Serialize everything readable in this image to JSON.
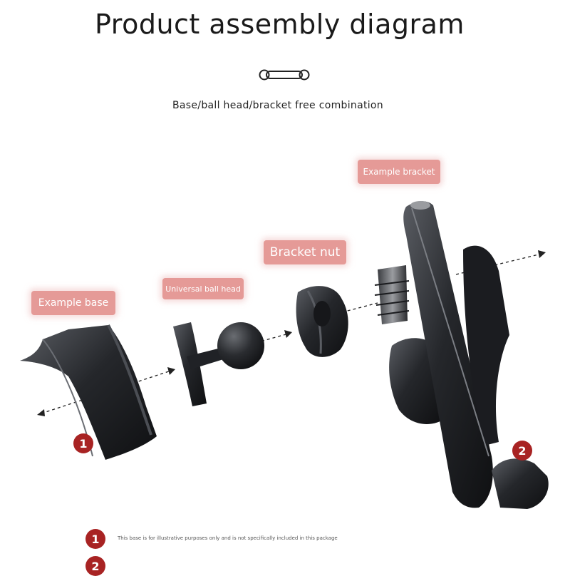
{
  "title": "Product assembly diagram",
  "subtitle": "Base/ball head/bracket free combination",
  "labels": {
    "base": "Example base",
    "ball_head": "Universal ball head",
    "nut": "Bracket nut",
    "bracket": "Example bracket"
  },
  "badges": {
    "one": "1",
    "two": "2"
  },
  "footnotes": {
    "one_text": "This base is for illustrative purposes only and is not specifically included in this package",
    "two_text": ""
  },
  "colors": {
    "label_bg": "#e59a97",
    "badge": "#a82323",
    "part": "#1c1e22"
  },
  "icons": [
    "link-icon"
  ]
}
